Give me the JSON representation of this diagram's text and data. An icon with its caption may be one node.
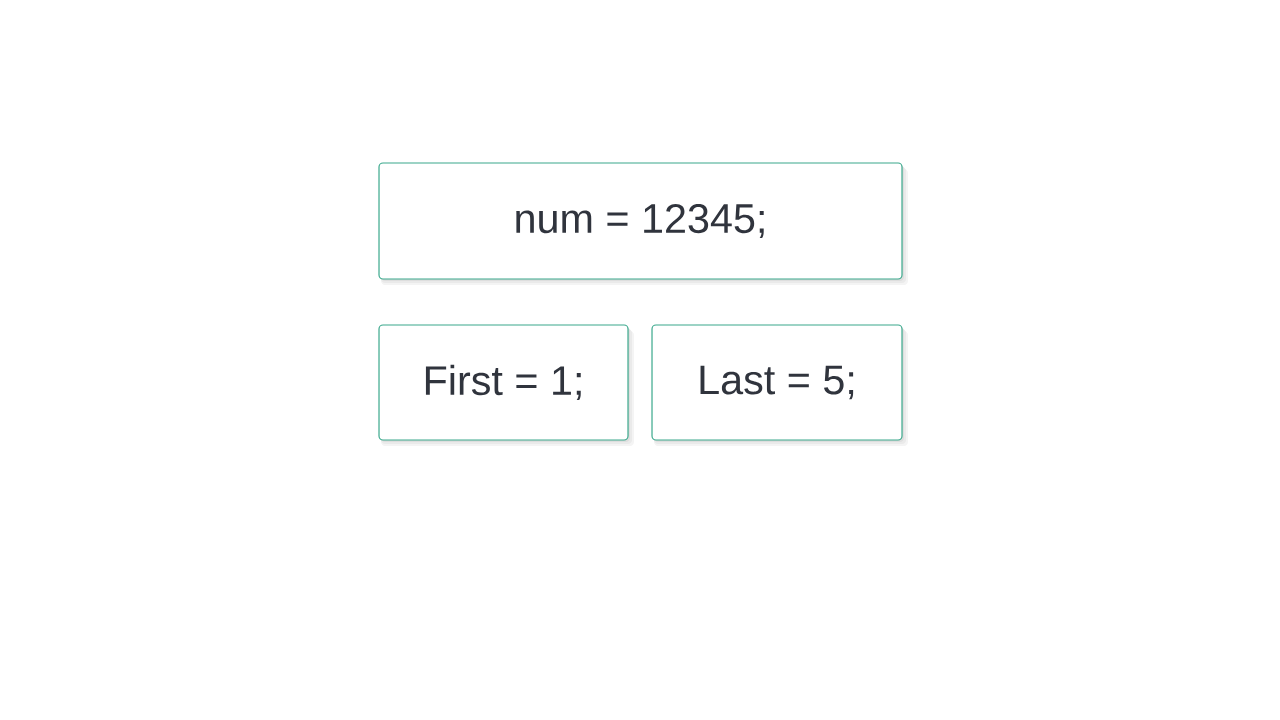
{
  "diagram": {
    "nodes": [
      {
        "text": [
          "num = 12345;"
        ]
      },
      {
        "text": [
          "First = 1;"
        ]
      },
      {
        "text": [
          "Last = 5;"
        ]
      }
    ]
  }
}
